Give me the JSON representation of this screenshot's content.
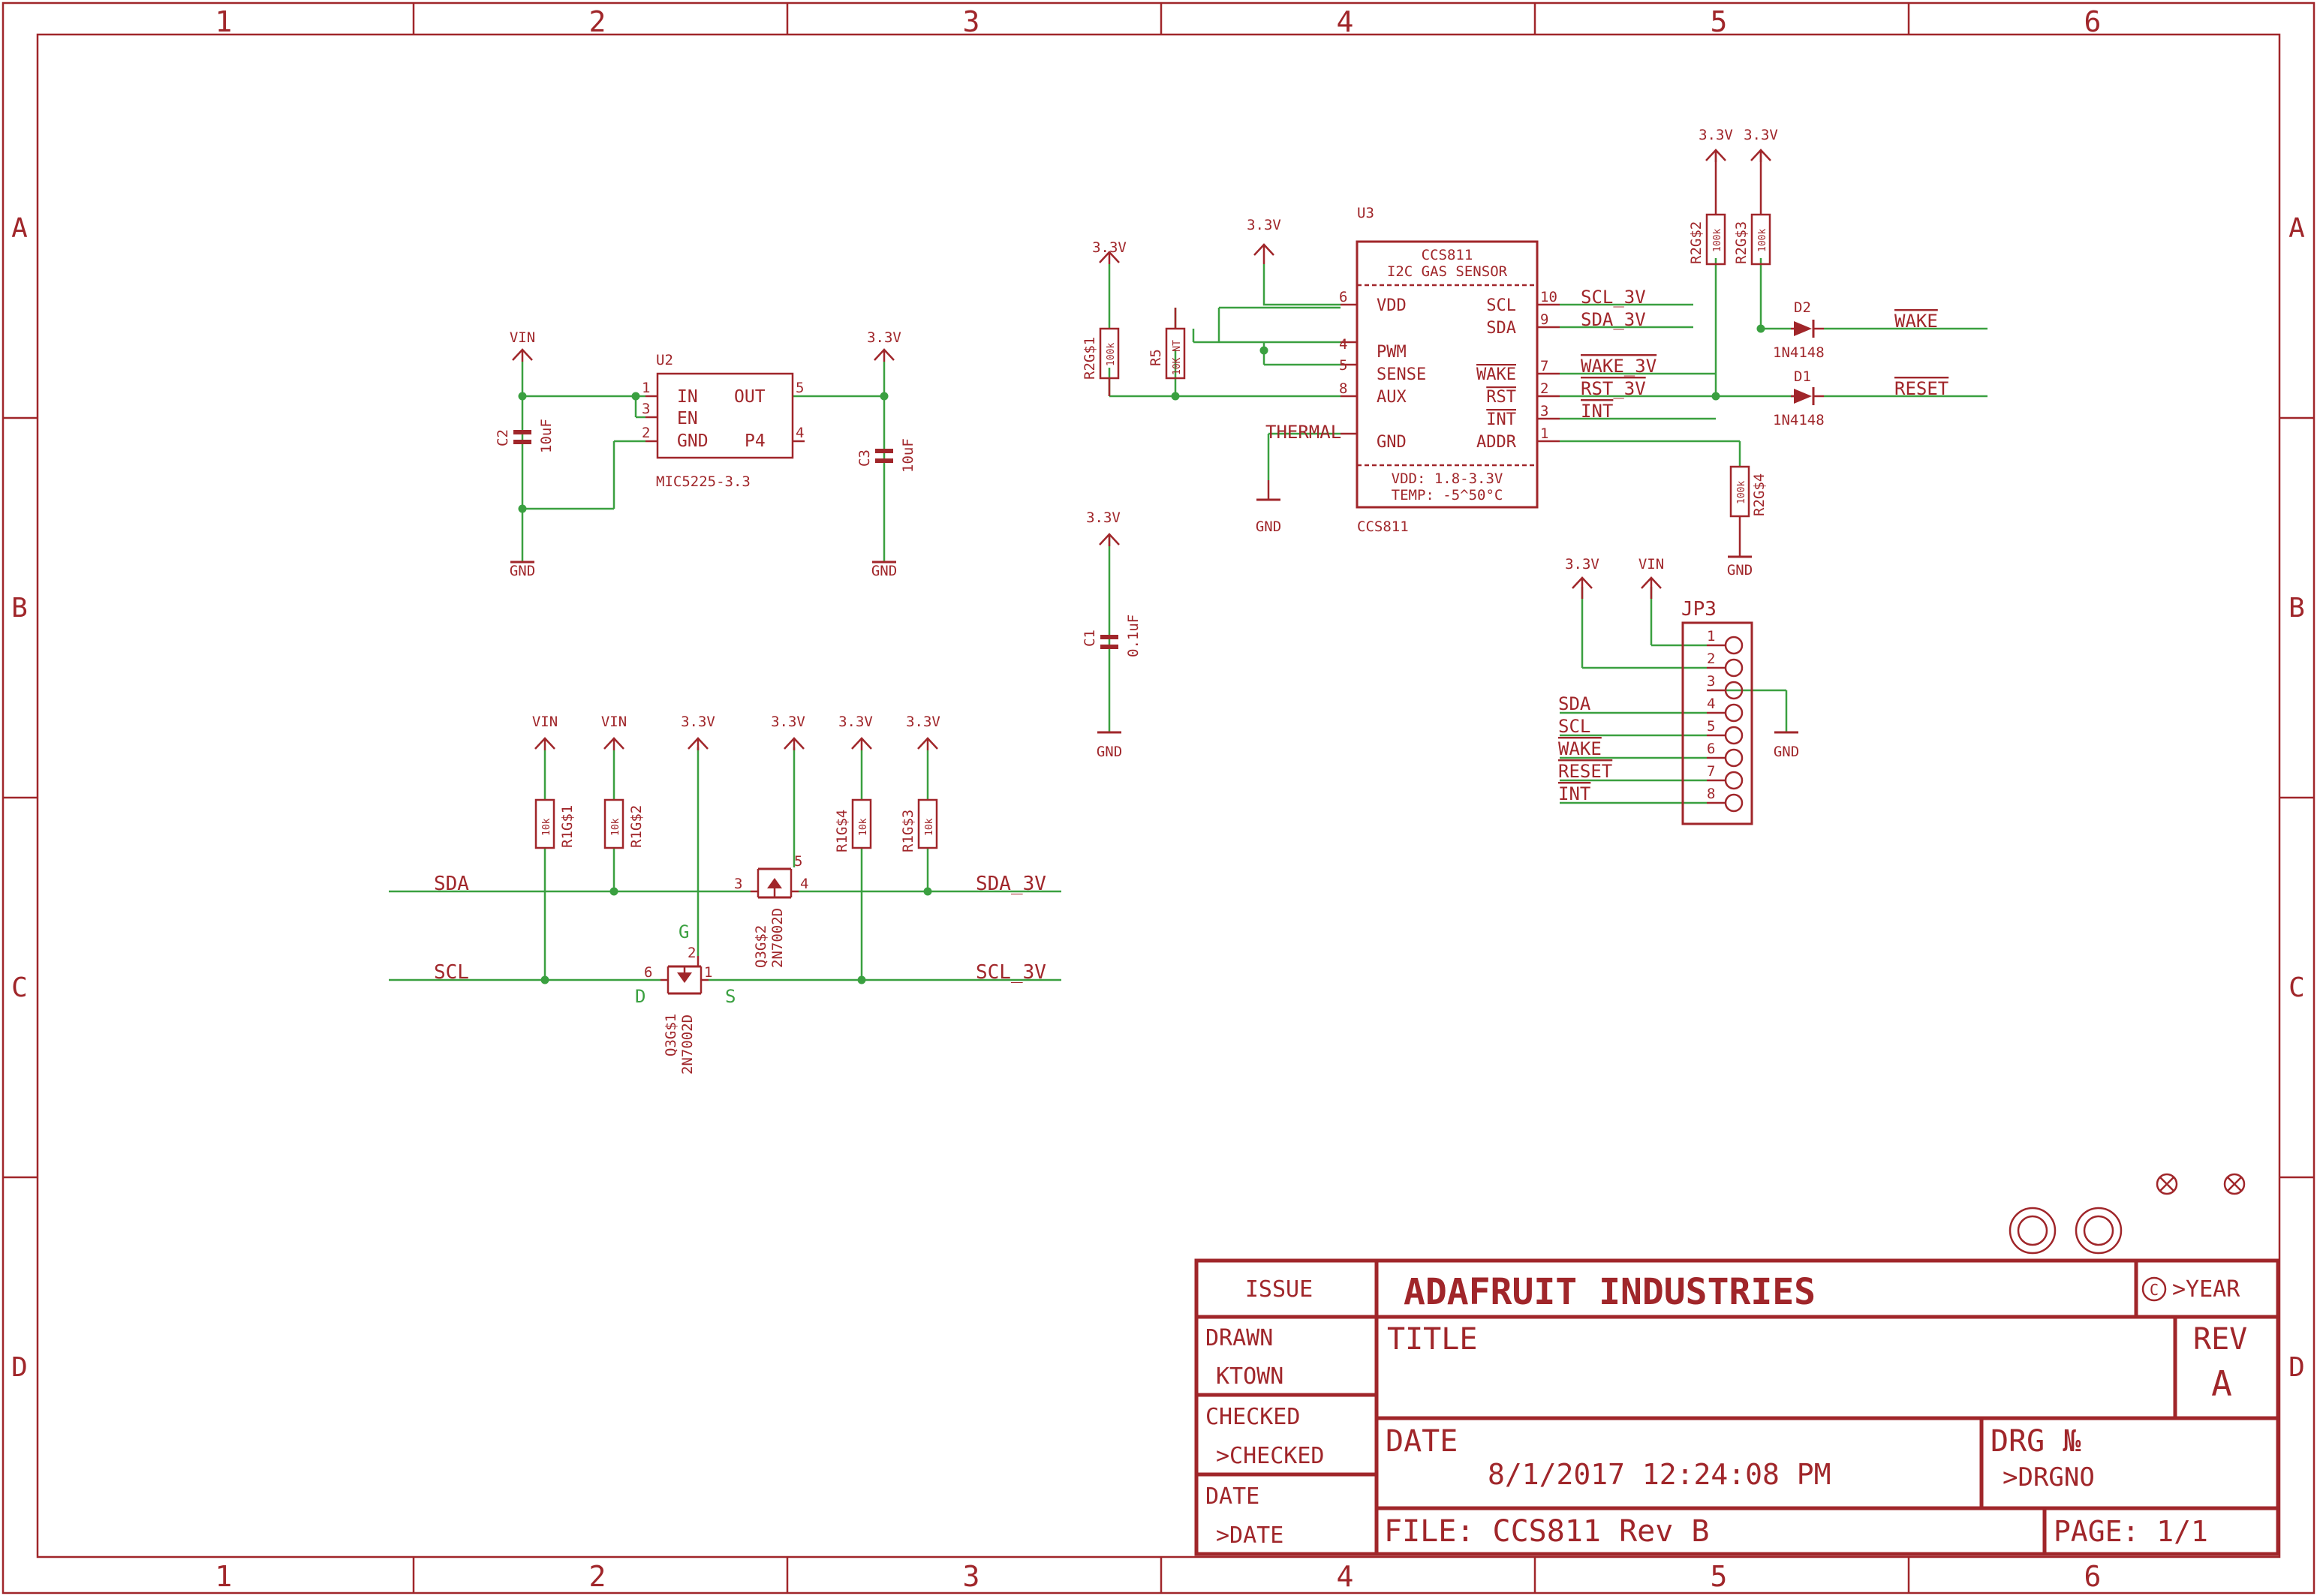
{
  "colors": {
    "symbol": "#a0262a",
    "wire": "#3aa040",
    "text": "#a0262a",
    "background": "#ffffff"
  },
  "frame": {
    "columns": [
      "1",
      "2",
      "3",
      "4",
      "5",
      "6"
    ],
    "rows": [
      "A",
      "B",
      "C",
      "D"
    ]
  },
  "nets": {
    "vin": "VIN",
    "v33": "3.3V",
    "gnd": "GND",
    "thermal": "THERMAL",
    "sda": "SDA",
    "scl": "SCL",
    "sda_3v": "SDA_3V",
    "scl_3v": "SCL_3V",
    "wake_3v": "WAKE_3V",
    "rst_3v": "RST_3V",
    "int": "INT",
    "wake": "WAKE",
    "reset": "RESET"
  },
  "u2": {
    "ref": "U2",
    "part": "MIC5225-3.3",
    "pins": {
      "in": "IN",
      "en": "EN",
      "gnd": "GND",
      "out": "OUT",
      "p4": "P4"
    },
    "pin_numbers": {
      "in": "1",
      "en": "3",
      "gnd": "2",
      "out": "5",
      "p4": "4"
    },
    "c2": {
      "ref": "C2",
      "value": "10uF"
    },
    "c3": {
      "ref": "C3",
      "value": "10uF"
    }
  },
  "u3": {
    "ref": "U3",
    "part": "CCS811",
    "title_1": "CCS811",
    "title_2": "I2C GAS SENSOR",
    "left_pins": [
      {
        "name": "VDD",
        "num": "6"
      },
      {
        "name": "PWM",
        "num": "4"
      },
      {
        "name": "SENSE",
        "num": "5"
      },
      {
        "name": "AUX",
        "num": "8"
      },
      {
        "name": "GND",
        "num": ""
      }
    ],
    "right_pins": [
      {
        "name": "SCL",
        "num": "10"
      },
      {
        "name": "SDA",
        "num": "9"
      },
      {
        "name": "WAKE",
        "num": "7"
      },
      {
        "name": "RST",
        "num": "2"
      },
      {
        "name": "INT",
        "num": "3"
      },
      {
        "name": "ADDR",
        "num": "1"
      }
    ],
    "note_1": "VDD: 1.8-3.3V",
    "note_2": "TEMP: -5^50°C"
  },
  "passives": {
    "r2_1": {
      "ref": "R2G$1",
      "value": "100k"
    },
    "r5": {
      "ref": "R5",
      "value": "10K NT"
    },
    "r2_2": {
      "ref": "R2G$2",
      "value": "100k"
    },
    "r2_3": {
      "ref": "R2G$3",
      "value": "100k"
    },
    "r2_4": {
      "ref": "R2G$4",
      "value": "100k"
    },
    "d1": {
      "ref": "D1",
      "value": "1N4148"
    },
    "d2": {
      "ref": "D2",
      "value": "1N4148"
    },
    "c1": {
      "ref": "C1",
      "value": "0.1uF"
    }
  },
  "jp3": {
    "ref": "JP3",
    "pins": [
      "1",
      "2",
      "3",
      "4",
      "5",
      "6",
      "7",
      "8"
    ],
    "labels": [
      "SDA",
      "SCL",
      "WAKE",
      "RESET",
      "INT"
    ]
  },
  "level_shifter": {
    "r1_1": {
      "ref": "R1G$1",
      "value": "10k"
    },
    "r1_2": {
      "ref": "R1G$2",
      "value": "10k"
    },
    "r1_4": {
      "ref": "R1G$4",
      "value": "10k"
    },
    "r1_3": {
      "ref": "R1G$3",
      "value": "10k"
    },
    "q1": {
      "ref": "Q3G$1",
      "part": "2N7002D"
    },
    "q2": {
      "ref": "Q3G$2",
      "part": "2N7002D"
    },
    "pin_g": "G",
    "pin_d": "D",
    "pin_s": "S",
    "q1_pins": {
      "g": "2",
      "d": "6",
      "s": "1"
    },
    "q2_pins": {
      "g": "5",
      "d": "3",
      "s": "4"
    }
  },
  "title_block": {
    "issue": "ISSUE",
    "company": "ADAFRUIT INDUSTRIES",
    "copyright": ">YEAR",
    "title_label": "TITLE",
    "rev_label": "REV",
    "rev_value": "A",
    "drawn_label": "DRAWN",
    "drawn_value": "KTOWN",
    "checked_label": "CHECKED",
    "checked_value": ">CHECKED",
    "date_side_label": "DATE",
    "date_side_value": ">DATE",
    "date_label": "DATE",
    "date_value": "8/1/2017 12:24:08 PM",
    "drg_label": "DRG №",
    "drg_value": ">DRGNO",
    "file_label": "FILE: CCS811 Rev B",
    "page_label": "PAGE: 1/1"
  }
}
